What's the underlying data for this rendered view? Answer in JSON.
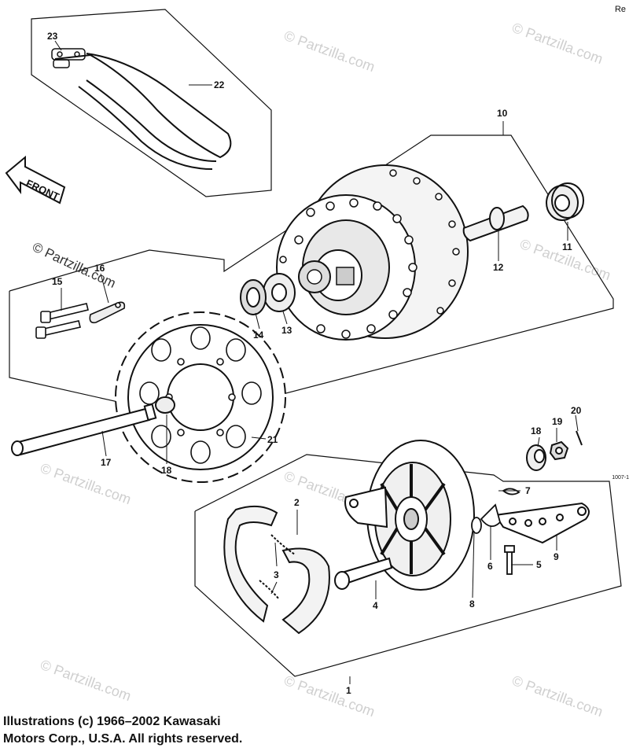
{
  "header": {
    "corner_text": "Re",
    "figure_code": "1007-1"
  },
  "front_badge": "FRONT",
  "watermark": "© Partzilla.com",
  "callouts": {
    "p1": "1",
    "p2": "2",
    "p3": "3",
    "p4": "4",
    "p5": "5",
    "p6": "6",
    "p7": "7",
    "p8": "8",
    "p9": "9",
    "p10": "10",
    "p11": "11",
    "p12": "12",
    "p13": "13",
    "p14": "14",
    "p15": "15",
    "p16": "16",
    "p17": "17",
    "p18a": "18",
    "p18b": "18",
    "p19": "19",
    "p20": "20",
    "p21": "21",
    "p22": "22",
    "p23": "23"
  },
  "copyright": {
    "line1": "Illustrations (c) 1966–2002 Kawasaki",
    "line2": "Motors Corp., U.S.A.  All rights reserved."
  }
}
